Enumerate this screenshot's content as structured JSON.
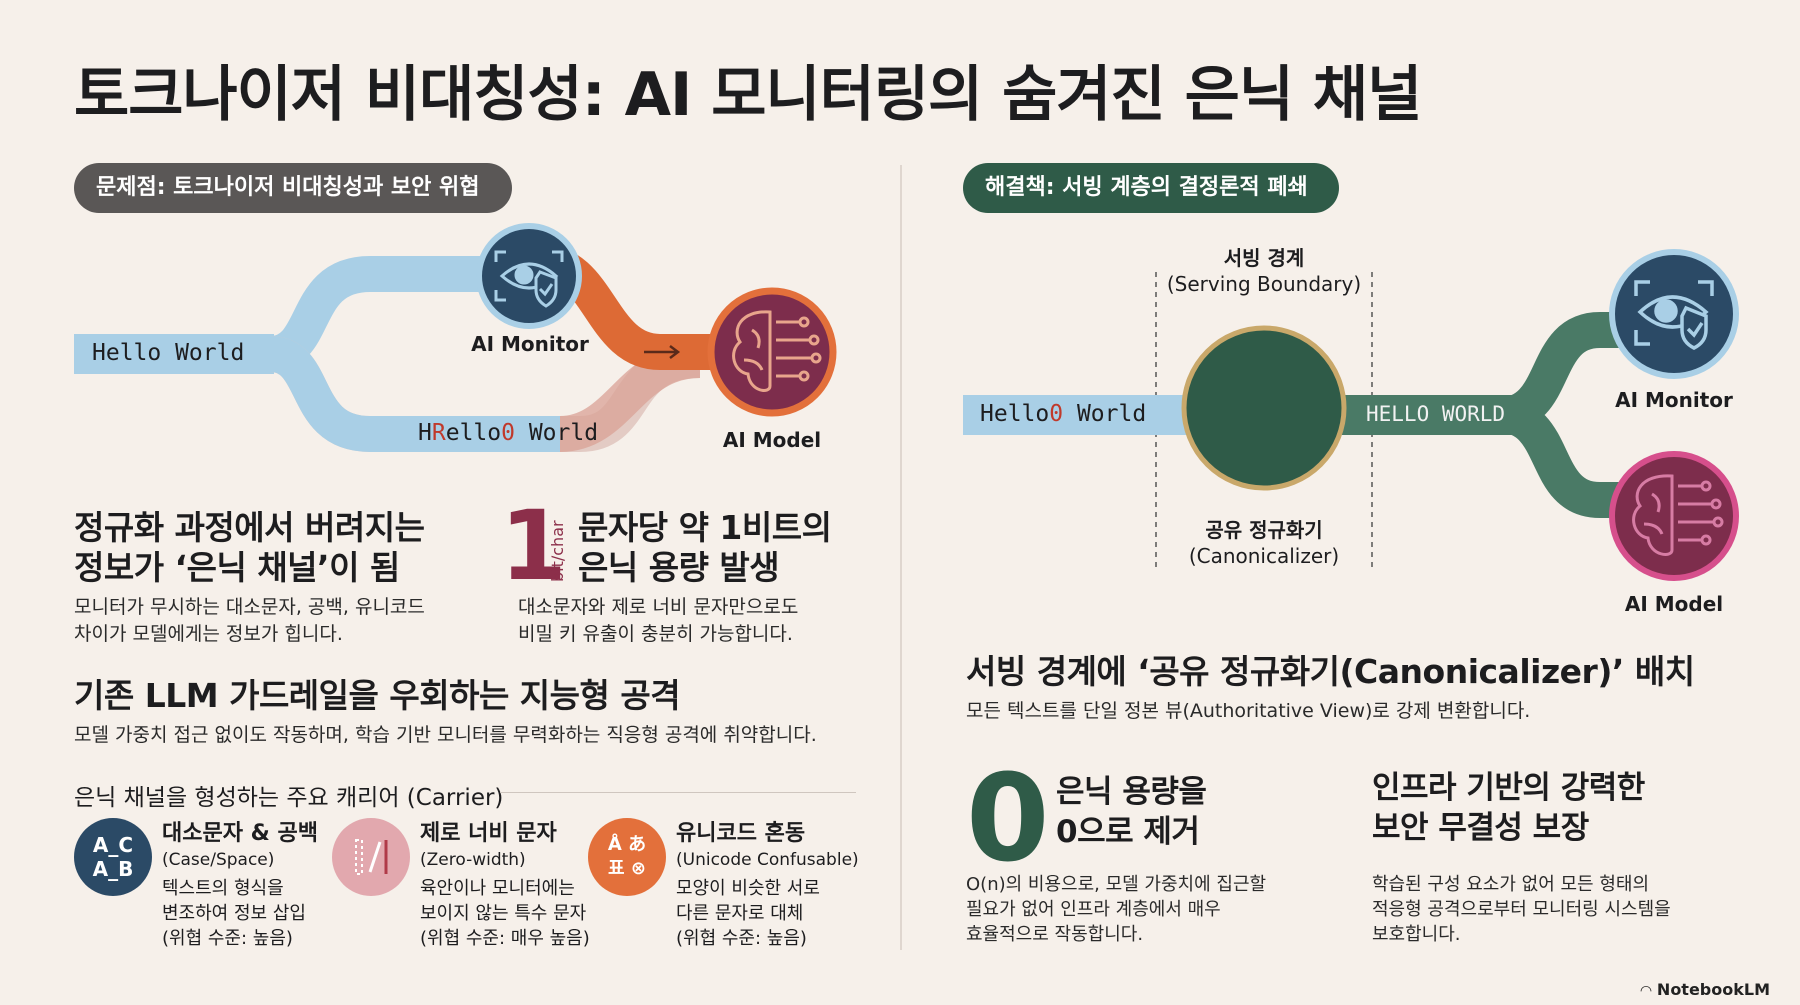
{
  "title": "토크나이저 비대칭성: AI 모니터링의 숨겨진 은닉 채널",
  "left": {
    "pill": "문제점: 토크나이저 비대칭성과 보안 위협",
    "diagram": {
      "input_text": "Hello World",
      "altered_prefix": "H",
      "altered_r": "R",
      "altered_mid": "ello",
      "altered_zero": "0",
      "altered_world": " World",
      "monitor_label": "AI Monitor",
      "model_label": "AI Model"
    },
    "point1": {
      "heading_line1": "정규화 과정에서 버려지는",
      "heading_line2": "정보가 ‘은닉 채널’이 됨",
      "body_line1": "모니터가 무시하는 대소문자, 공백, 유니코드",
      "body_line2": "차이가 모델에게는 정보가 힙니다."
    },
    "point2": {
      "big": "1",
      "unit": "bit/char",
      "heading_line1": "문자당 약 1비트의",
      "heading_line2": "은닉 용량 발생",
      "body_line1": "대소문자와 제로 너비 문자만으로도",
      "body_line2": "비밀 키 유출이 충분히 가능합니다."
    },
    "point3": {
      "heading": "기존 LLM 가드레일을 우회하는 지능형 공격",
      "body": "모델 가중치 접근 없이도 작동하며, 학습 기반 모니터를 무력화하는 직응형 공격에 취약합니다."
    },
    "carriers_head": "은닉 채널을 형성하는 주요 캐리어 (Carrier)",
    "carriers": [
      {
        "icon_line1": "A_C",
        "icon_line2": "A_B",
        "title": "대소문자 & 공백",
        "subtitle": "(Case/Space)",
        "desc1": "텍스트의 형식을",
        "desc2": "변조하여 정보 삽입",
        "desc3": "(위협 수준: 높음)",
        "color": "#2b4a66"
      },
      {
        "title": "제로 너비 문자",
        "subtitle": "(Zero-width)",
        "desc1": "육안이나 모니터에는",
        "desc2": "보이지 않는 특수 문자",
        "desc3": "(위협 수준: 매우 높음)",
        "color": "#e2a8ae"
      },
      {
        "icon_line1": "Å あ",
        "icon_line2": "표 ⊗",
        "title": "유니코드 혼동",
        "subtitle": "(Unicode Confusable)",
        "desc1": "모양이 비슷한 서로",
        "desc2": "다른 문자로 대체",
        "desc3": "(위협 수준: 높음)",
        "color": "#e3703b"
      }
    ]
  },
  "right": {
    "pill": "해결책: 서빙 계층의 결정론적 폐쇄",
    "diagram": {
      "boundary_line1": "서빙 경계",
      "boundary_line2": "(Serving Boundary)",
      "input_prefix": "Hello",
      "input_zero": "0",
      "input_suffix": " World",
      "output_text": "HELLO WORLD",
      "canon_line1": "공유 정규화기",
      "canon_line2": "(Canonicalizer)",
      "monitor_label": "AI Monitor",
      "model_label": "AI Model"
    },
    "point1": {
      "heading": "서빙 경계에 ‘공유 정규화기(Canonicalizer)’ 배치",
      "body": "모든 텍스트를 단일 정본 뷰(Authoritative View)로 강제 변환합니다."
    },
    "point2": {
      "big": "0",
      "heading_line1": "은닉 용량을",
      "heading_line2": "0으로 제거",
      "body_line1": "O(n)의 비용으로, 모델 가중치에 집근할",
      "body_line2": "필요가 없어 인프라 계층에서 매우",
      "body_line3": "효율적으로 작동합니다."
    },
    "point3": {
      "heading_line1": "인프라 기반의 강력한",
      "heading_line2": "보안 무결성 보장",
      "body_line1": "학습된 구성 요소가 없어 모든 형태의",
      "body_line2": "적응형 공격으로부터 모니터링 시스템을",
      "body_line3": "보호합니다."
    }
  },
  "footer": "NotebookLM",
  "colors": {
    "background": "#f6f0ea",
    "light_blue": "#a9cfe6",
    "orange": "#dd6a35",
    "dark_green": "#2f5b48",
    "teal_path": "#4a7a66",
    "model_maroon": "#7d2d4c",
    "monitor_navy": "#2b4a66"
  }
}
